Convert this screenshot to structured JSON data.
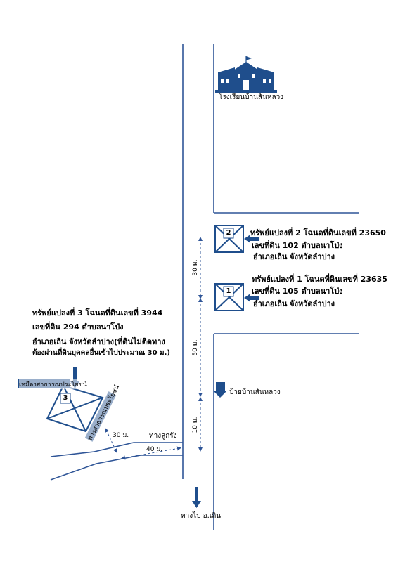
{
  "school": {
    "label": "โรงเรียนบ้านสันหลวง"
  },
  "plots": [
    {
      "number": "2",
      "line1": "ทรัพย์แปลงที่ 2 โฉนดที่ดินเลขที่  23650",
      "line2": "เลขที่ดิน 102  ตำบลนาโป่ง",
      "line3": "อำเภอเถิน   จังหวัดลำปาง"
    },
    {
      "number": "1",
      "line1": "ทรัพย์แปลงที่ 1 โฉนดที่ดินเลขที่  23635",
      "line2": "เลขที่ดิน  105  ตำบลนาโป่ง",
      "line3": "อำเภอเถิน   จังหวัดลำปาง"
    },
    {
      "number": "3",
      "line1": "ทรัพย์แปลงที่ 3 โฉนดที่ดินเลขที่  3944",
      "line2": "เลขที่ดิน   294   ตำบลนาโป่ง",
      "line3": "อำเภอเถิน    จังหวัดลำปาง(ที่ดินไม่ติดทาง",
      "line4": "ต้องผ่านที่ดินบุคคลอื่นเข้าไปประมาณ 30 ม.)"
    }
  ],
  "distances": {
    "d30": "30 ม.",
    "d50": "50 ม.",
    "d10": "10 ม.",
    "d30b": "30 ม.",
    "d40": "40 ม."
  },
  "labels": {
    "sign": "ป้ายบ้านสันหลวง",
    "side_road": "ทางลูกรัง",
    "to_town": "ทางไป อ.เถิน",
    "north_neighbor": "เหมืองสาธารณประโยชน์",
    "east_neighbor": "ทางสาธารณประโยชน์"
  },
  "colors": {
    "road": "#2f5597",
    "symbol": "#1f4e8c",
    "text": "#000000"
  },
  "icons": [
    "school-icon",
    "arrow-down-icon",
    "arrow-left-icon"
  ]
}
